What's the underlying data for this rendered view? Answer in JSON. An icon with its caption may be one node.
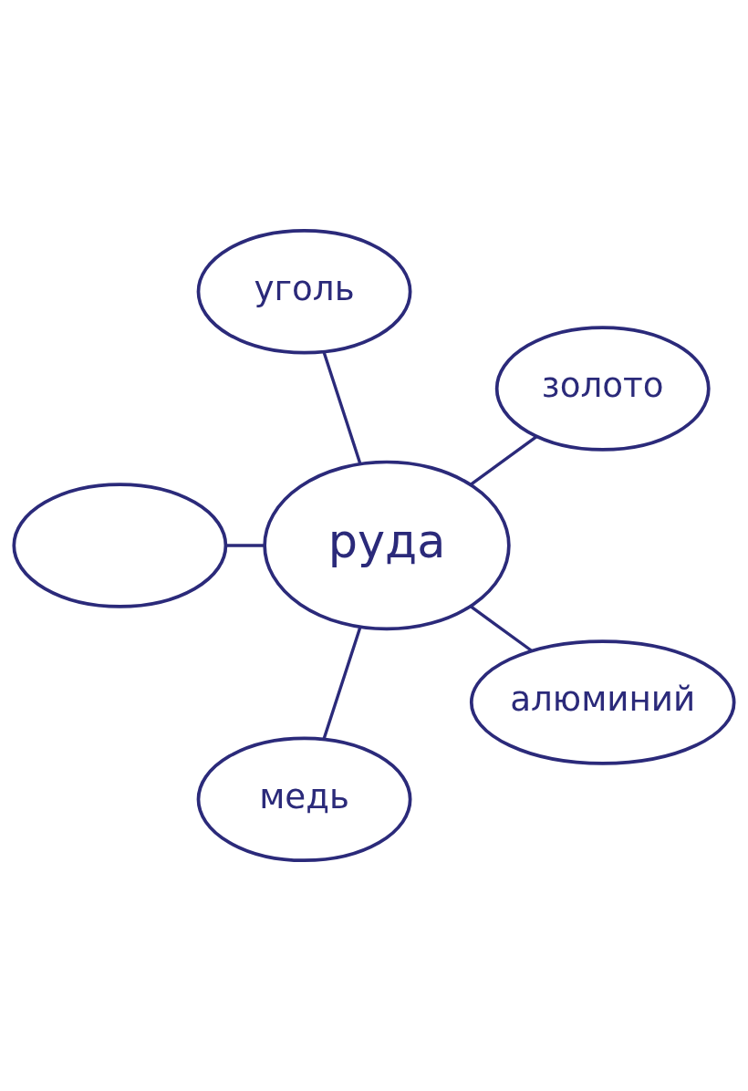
{
  "diagram": {
    "nodes": [
      {
        "text": [
          "уголь"
        ]
      },
      {
        "text": [],
        "shape": "ellipse"
      },
      {
        "text": [
          "золото"
        ]
      },
      {
        "text": [
          "руда"
        ]
      },
      {
        "text": [
          "медь"
        ]
      },
      {
        "text": [
          "алюминий"
        ]
      }
    ],
    "edges": [
      {
        "from": 3,
        "to": 0,
        "arrow": "none"
      },
      {
        "from": 3,
        "to": 2,
        "arrow": "none"
      },
      {
        "from": 3,
        "to": 5,
        "arrow": "none"
      },
      {
        "from": 3,
        "to": 4,
        "arrow": "none"
      },
      {
        "from": 3,
        "to": 1,
        "arrow": "none"
      }
    ]
  }
}
